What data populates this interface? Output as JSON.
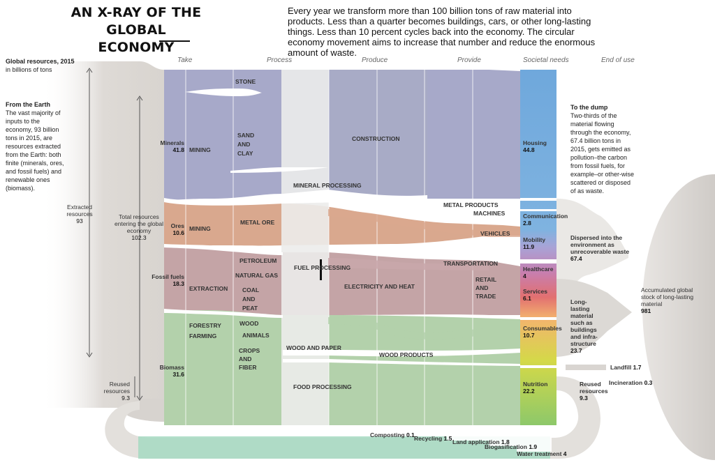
{
  "header": {
    "title_line1": "AN X-RAY OF THE",
    "title_line2": "GLOBAL ECONOMY",
    "intro": "Every year we transform more than 100 billion tons of raw material into products. Less than a quarter becomes buildings, cars, or other long-lasting things. Less than 10 percent cycles back into the economy. The circular economy movement aims to increase that number and reduce the enormous amount of waste."
  },
  "left_notes": {
    "units_title": "Global resources, 2015",
    "units_sub": "in billions of tons",
    "earth_title": "From the Earth",
    "earth_body": "The vast majority of inputs to the economy, 93 billion tons in 2015, are resources extracted from the Earth: both finite (minerals, ores, and fossil fuels) and renewable ones (biomass)."
  },
  "stages": [
    "Take",
    "Process",
    "Produce",
    "Provide",
    "Societal needs",
    "End of use"
  ],
  "inputs": {
    "extracted_label": "Extracted resources",
    "extracted_value": "93",
    "total_label": "Total resources entering the global economy",
    "total_value": "102.3",
    "reused_label": "Reused resources",
    "reused_value": "9.3"
  },
  "take": [
    {
      "name": "Minerals",
      "value": "41.8"
    },
    {
      "name": "Ores",
      "value": "10.6"
    },
    {
      "name": "Fossil fuels",
      "value": "18.3"
    },
    {
      "name": "Biomass",
      "value": "31.6"
    }
  ],
  "methods": {
    "mining_1": "MINING",
    "mining_2": "MINING",
    "extraction": "EXTRACTION",
    "forestry": "FORESTRY",
    "farming": "FARMING"
  },
  "process": {
    "stone": "STONE",
    "sand_clay": "SAND AND CLAY",
    "metal_ore": "METAL ORE",
    "petroleum": "PETROLEUM",
    "natural_gas": "NATURAL GAS",
    "coal_peat": "COAL AND PEAT",
    "wood": "WOOD",
    "animals": "ANIMALS",
    "crops_fiber": "CROPS AND FIBER",
    "mineral_processing": "MINERAL PROCESSING",
    "fuel_processing": "FUEL PROCESSING",
    "wood_paper": "WOOD AND PAPER",
    "food_processing": "FOOD PROCESSING"
  },
  "produce": {
    "construction": "CONSTRUCTION",
    "metal_products": "METAL PRODUCTS",
    "machines": "MACHINES",
    "vehicles": "VEHICLES",
    "transportation": "TRANSPORTATION",
    "electricity_heat": "ELECTRICITY AND HEAT",
    "retail_trade": "RETAIL AND TRADE",
    "wood_products": "WOOD PRODUCTS"
  },
  "needs": [
    {
      "name": "Housing",
      "value": "44.8",
      "color": "#6fa8dc"
    },
    {
      "name": "Communication",
      "value": "2.8",
      "color": "#8e7cc3"
    },
    {
      "name": "Mobility",
      "value": "11.9",
      "color": "#c27ba0"
    },
    {
      "name": "Healthcare",
      "value": "4",
      "color": "#e06666"
    },
    {
      "name": "Services",
      "value": "6.1",
      "color": "#f6b26b"
    },
    {
      "name": "Consumables",
      "value": "10.7",
      "color": "#d6d84a"
    },
    {
      "name": "Nutrition",
      "value": "22.2",
      "color": "#93c47d"
    }
  ],
  "end_of_use": {
    "dump_title": "To the dump",
    "dump_body": "Two-thirds of the material flowing through the economy, 67.4 billion tons in 2015, gets emitted as pollution–the carbon from fossil fuels, for example–or other-wise scattered or disposed of as waste.",
    "dispersed_label": "Dispersed into the environment as unrecoverable waste",
    "dispersed_value": "67.4",
    "longlasting_label": "Long-lasting material such as buildings and infra-structure",
    "longlasting_value": "23.7",
    "stock_label": "Accumulated global stock of long-lasting material",
    "stock_value": "981",
    "landfill_label": "Landfill",
    "landfill_value": "1.7",
    "incineration_label": "Incineration",
    "incineration_value": "0.3",
    "reused_label": "Reused resources",
    "reused_value": "9.3"
  },
  "recycle": [
    {
      "name": "Composting",
      "value": "0.1"
    },
    {
      "name": "Recycling",
      "value": "1.5"
    },
    {
      "name": "Land application",
      "value": "1.8"
    },
    {
      "name": "Biogasification",
      "value": "1.9"
    },
    {
      "name": "Water treatment",
      "value": "4"
    }
  ],
  "colors": {
    "minerals": "#a7a9c9",
    "ores": "#d9a88e",
    "fossil": "#c4a4a6",
    "biomass": "#b3d1ab",
    "extracted": "#dedad6",
    "recycle": "#a6d9c2",
    "stock": "#dbd8d5"
  }
}
